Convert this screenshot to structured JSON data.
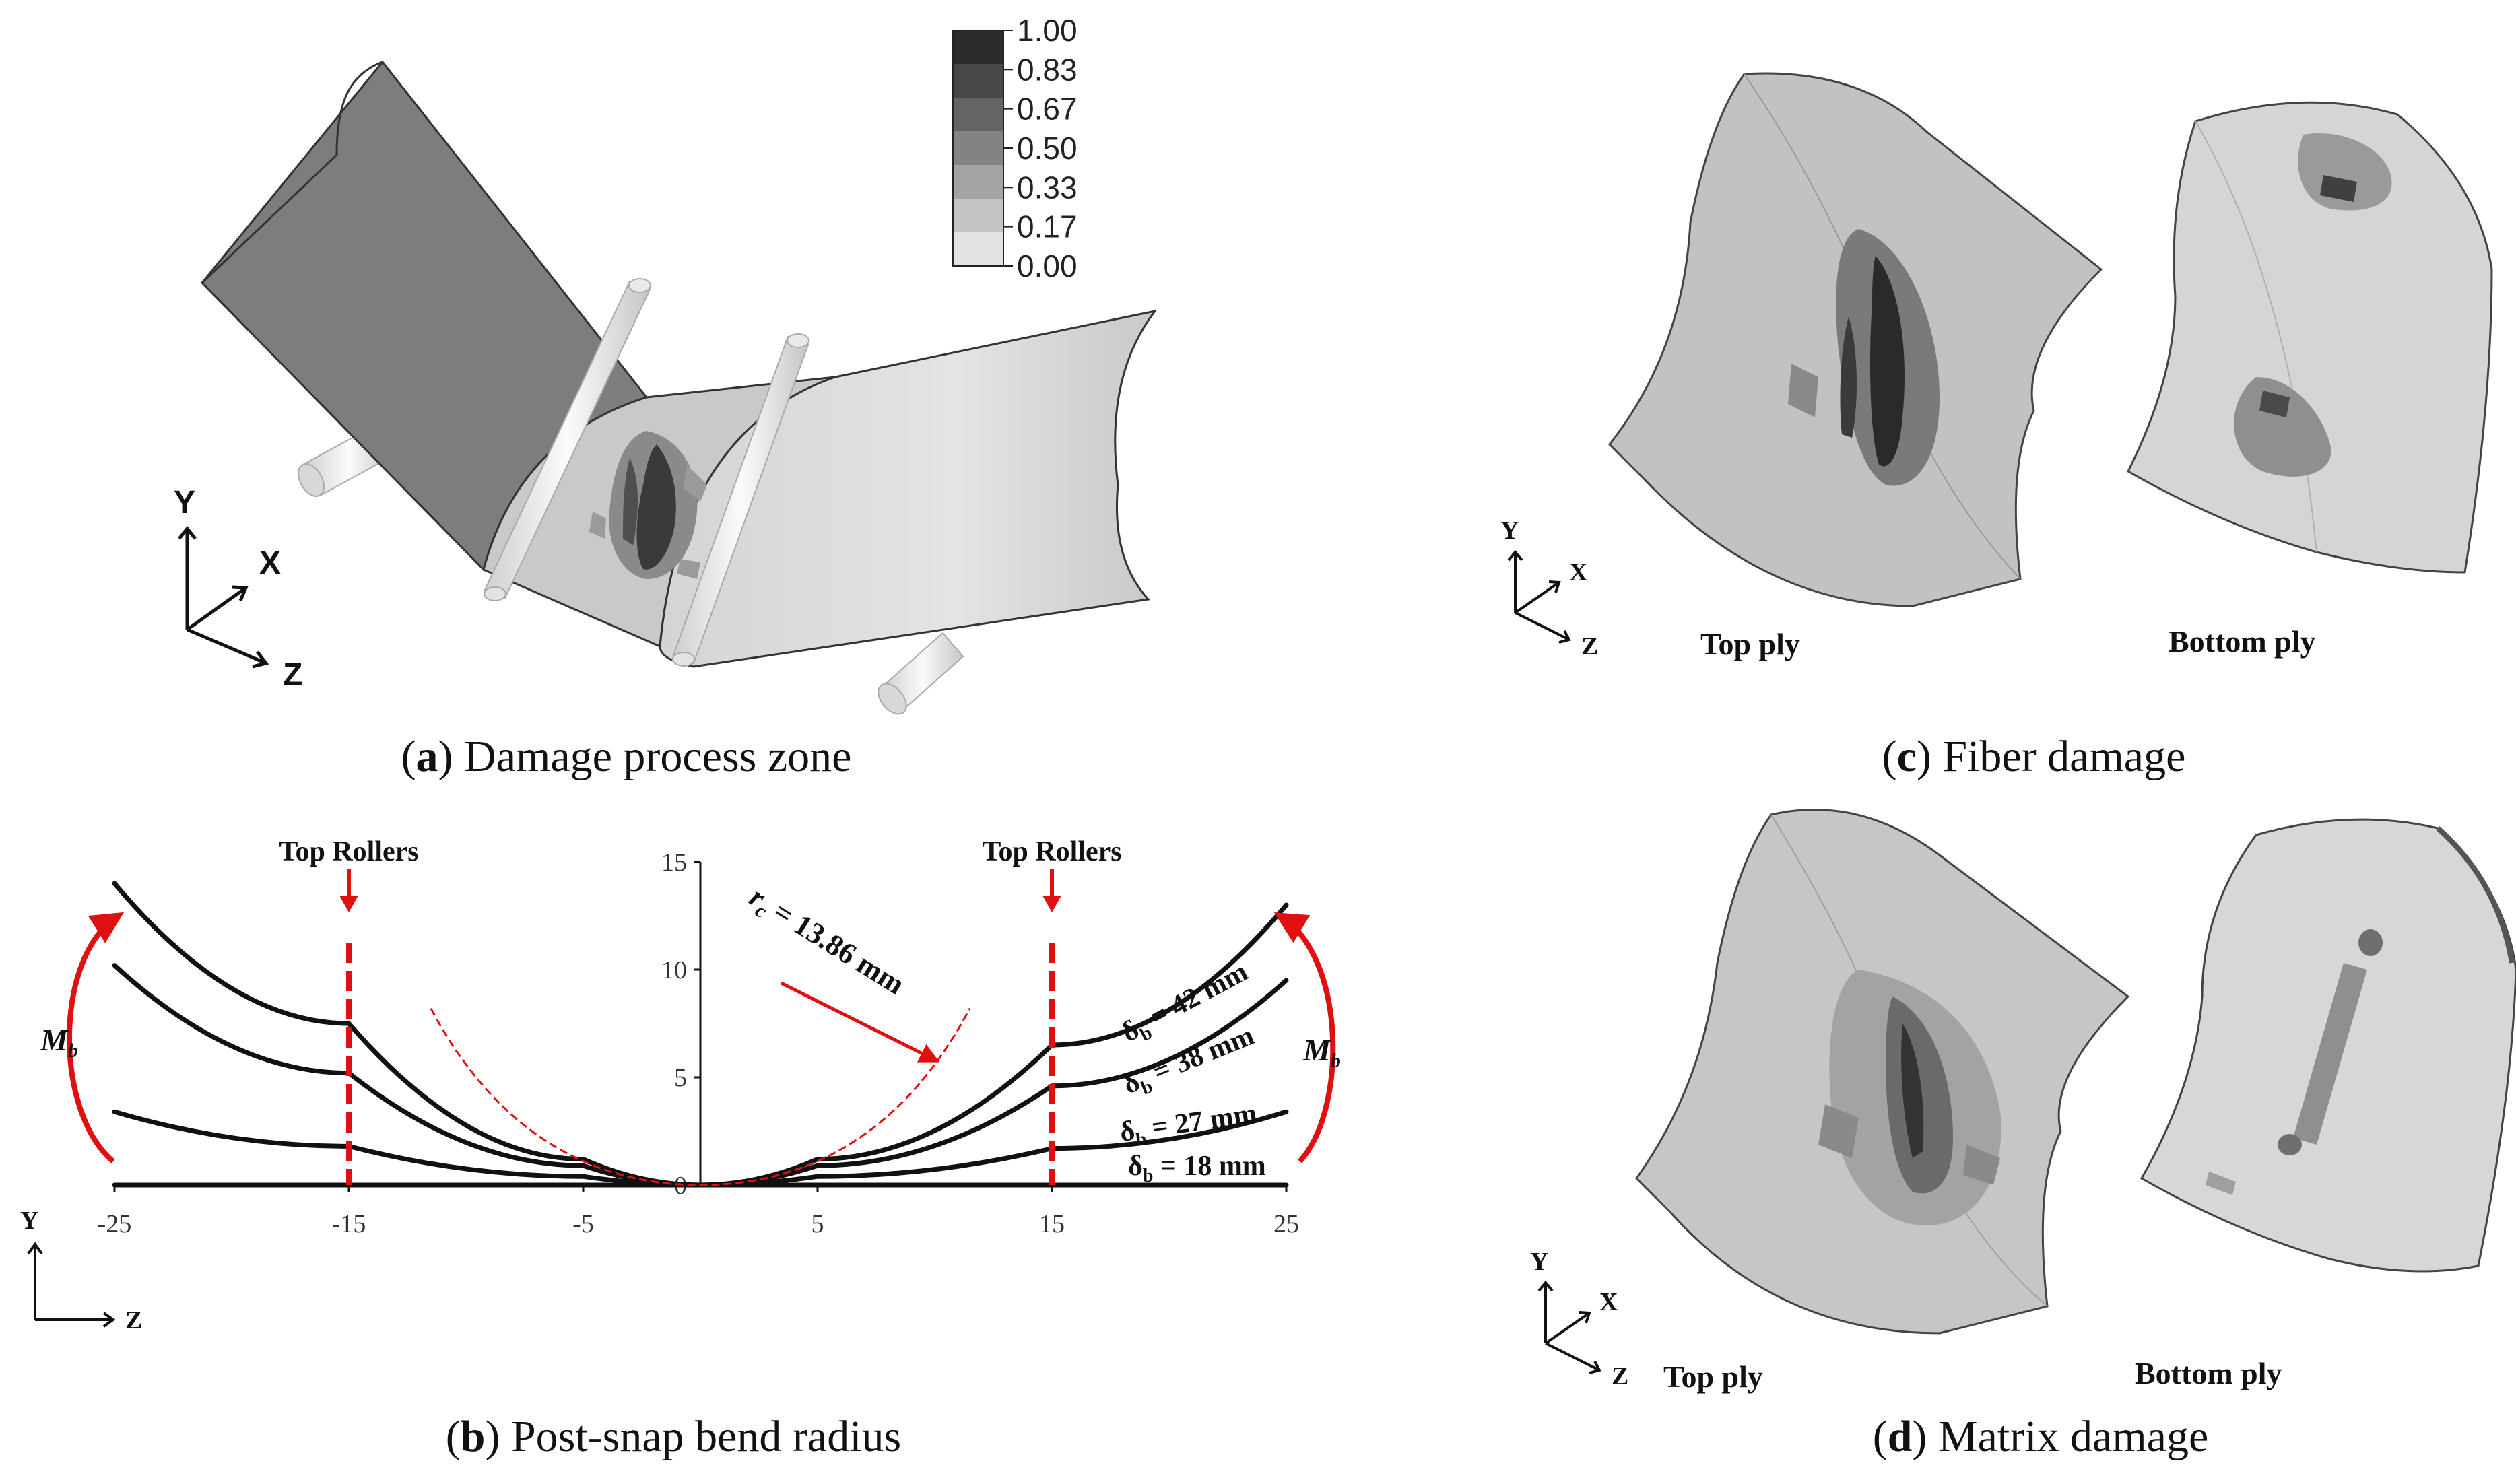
{
  "panel_a": {
    "caption_letter": "a",
    "caption_text": "Damage process zone",
    "axis_y": "Y",
    "axis_x": "X",
    "axis_z": "Z",
    "legend": [
      "1.00",
      "0.83",
      "0.67",
      "0.50",
      "0.33",
      "0.17",
      "0.00"
    ],
    "legend_colors": [
      "#2b2b2b",
      "#474747",
      "#646464",
      "#838383",
      "#a3a3a3",
      "#c3c3c3",
      "#e3e3e3"
    ]
  },
  "panel_b": {
    "caption_letter": "b",
    "caption_text": "Post-snap bend radius",
    "top_rollers_left": "Top Rollers",
    "top_rollers_right": "Top Rollers",
    "radius_label": "r",
    "radius_sub": "c",
    "radius_value": " = 13.86 mm",
    "moment_label": "M",
    "moment_sub": "b",
    "axis_y": "Y",
    "axis_z": "Z"
  },
  "panel_c": {
    "caption_letter": "c",
    "caption_text": "Fiber damage",
    "top_ply": "Top ply",
    "bottom_ply": "Bottom ply",
    "axis_y": "Y",
    "axis_x": "X",
    "axis_z": "Z"
  },
  "panel_d": {
    "caption_letter": "d",
    "caption_text": "Matrix damage",
    "top_ply": "Top ply",
    "bottom_ply": "Bottom ply",
    "axis_y": "Y",
    "axis_x": "X",
    "axis_z": "Z"
  },
  "chart_data": {
    "type": "line",
    "title": "",
    "xlabel": "",
    "ylabel": "",
    "xlim": [
      -25,
      25
    ],
    "ylim": [
      0,
      15
    ],
    "xticks": [
      "-25",
      "-15",
      "-5",
      "5",
      "15",
      "25"
    ],
    "yticks": [
      "0",
      "5",
      "10",
      "15"
    ],
    "grid": false,
    "series": [
      {
        "name": "δb = 42 mm",
        "label_main": "δ",
        "label_sub": "b",
        "label_rest": " = 42 mm",
        "x": [
          -25,
          -15,
          -5,
          0,
          5,
          15,
          25
        ],
        "y": [
          14.0,
          7.5,
          1.2,
          0,
          1.2,
          6.5,
          13.0
        ]
      },
      {
        "name": "δb = 38 mm",
        "label_main": "δ",
        "label_sub": "b",
        "label_rest": " = 38 mm",
        "x": [
          -25,
          -15,
          -5,
          0,
          5,
          15,
          25
        ],
        "y": [
          10.2,
          5.2,
          0.9,
          0,
          0.9,
          4.6,
          9.5
        ]
      },
      {
        "name": "δb = 27 mm",
        "label_main": "δ",
        "label_sub": "b",
        "label_rest": " = 27 mm",
        "x": [
          -25,
          -15,
          -5,
          0,
          5,
          15,
          25
        ],
        "y": [
          3.4,
          1.8,
          0.4,
          0,
          0.4,
          1.7,
          3.4
        ]
      },
      {
        "name": "δb = 18 mm",
        "label_main": "δ",
        "label_sub": "b",
        "label_rest": " = 18 mm",
        "x": [
          -25,
          25
        ],
        "y": [
          0,
          0
        ]
      }
    ],
    "roller_z": [
      -15,
      15
    ],
    "radius_mm": 13.86
  }
}
